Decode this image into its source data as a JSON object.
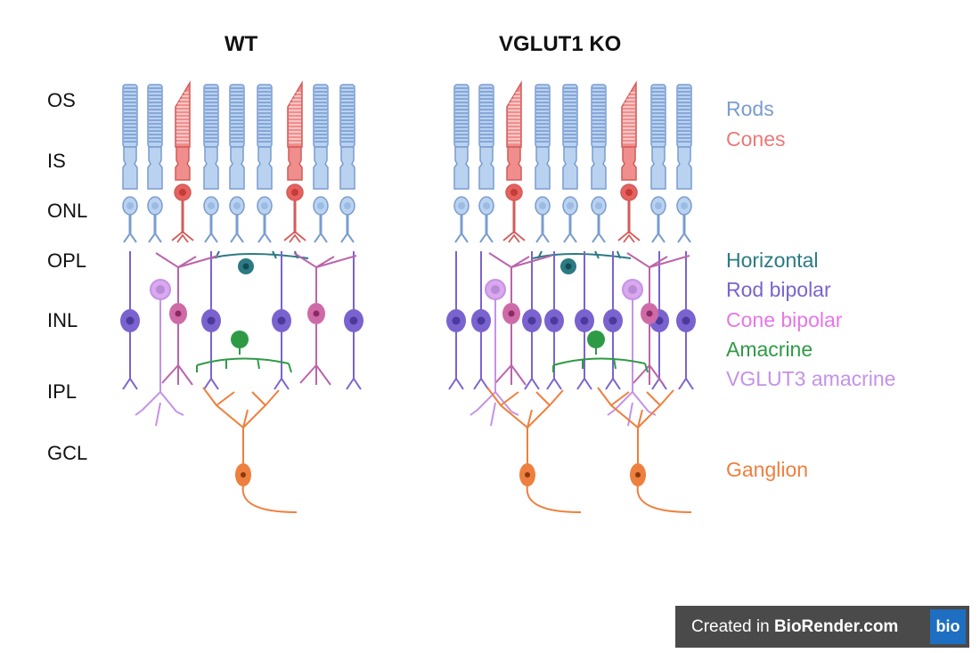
{
  "panels": {
    "wt_title": "WT",
    "ko_title": "VGLUT1 KO"
  },
  "layers": [
    "OS",
    "IS",
    "ONL",
    "OPL",
    "INL",
    "IPL",
    "GCL"
  ],
  "legend": [
    {
      "label": "Rods",
      "color": "#7a9ccf"
    },
    {
      "label": "Cones",
      "color": "#ea7a78"
    },
    {
      "label": "Horizontal",
      "color": "#2b7a84"
    },
    {
      "label": "Rod bipolar",
      "color": "#7a63cf"
    },
    {
      "label": "Cone bipolar",
      "color": "#e776e6"
    },
    {
      "label": "Amacrine",
      "color": "#2f9a45"
    },
    {
      "label": "VGLUT3 amacrine",
      "color": "#c592e6"
    },
    {
      "label": "Ganglion",
      "color": "#ef7f3e"
    }
  ],
  "badge": {
    "prefix": "Created in ",
    "brand": "BioRender.com",
    "logo": "bio"
  }
}
